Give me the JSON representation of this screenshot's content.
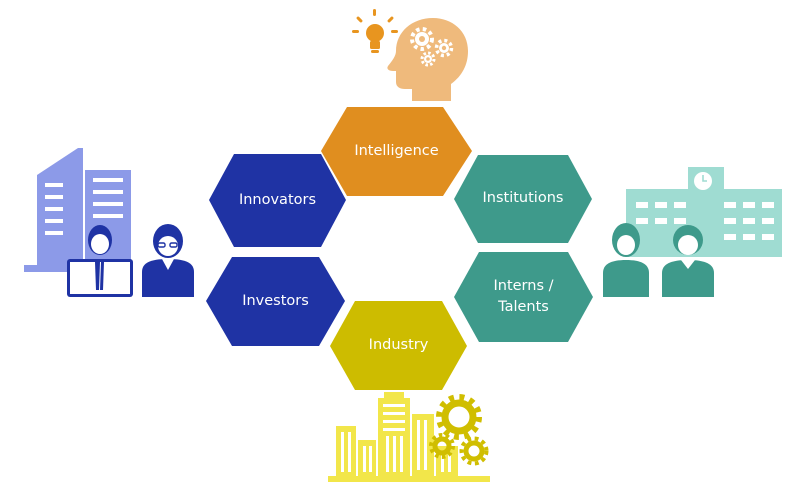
{
  "colors": {
    "intelligence": "#e08e1f",
    "innovators": "#1f33a4",
    "investors": "#1f33a4",
    "institutions": "#3e9a8b",
    "interns": "#3e9a8b",
    "industry": "#cdbc00",
    "head_icon": "#efba7c",
    "bulb_icon": "#e8951f",
    "corporate_building": "#8c9ae8",
    "corporate_people": "#1f33a4",
    "school_building": "#9fdcd2",
    "school_people": "#3e9a8b",
    "city_icon": "#f2e64a",
    "gears_icon": "#d0be00"
  },
  "hexagons": [
    {
      "id": "intelligence",
      "label": "Intelligence"
    },
    {
      "id": "innovators",
      "label": "Innovators"
    },
    {
      "id": "institutions",
      "label": "Institutions"
    },
    {
      "id": "investors",
      "label": "Investors"
    },
    {
      "id": "interns",
      "label": "Interns /\nTalents"
    },
    {
      "id": "industry",
      "label": "Industry"
    }
  ],
  "icons": [
    "lightbulb-icon",
    "head-gears-icon",
    "corporate-building-icon",
    "business-people-icon",
    "school-building-icon",
    "students-icon",
    "city-skyline-icon",
    "gears-icon"
  ]
}
